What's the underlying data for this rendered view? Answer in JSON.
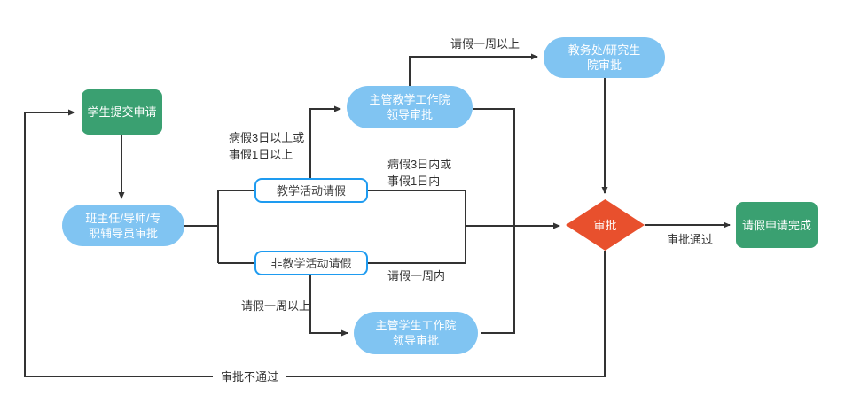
{
  "diagram": {
    "nodes": {
      "start": {
        "label": "学生提交申请"
      },
      "advisor": {
        "lines": [
          "班主任/导师/专",
          "职辅导员审批"
        ]
      },
      "teach_leave": {
        "label": "教学活动请假"
      },
      "nonteach_leave": {
        "label": "非教学活动请假"
      },
      "teach_dean": {
        "lines": [
          "主管教学工作院",
          "领导审批"
        ]
      },
      "academic_office": {
        "lines": [
          "教务处/研究生",
          "院审批"
        ]
      },
      "student_dean": {
        "lines": [
          "主管学生工作院",
          "领导审批"
        ]
      },
      "approval": {
        "label": "审批"
      },
      "done": {
        "label": "请假申请完成"
      }
    },
    "edge_labels": {
      "week_plus_top": "请假一周以上",
      "sick3_plus": [
        "病假3日以上或",
        "事假1日以上"
      ],
      "sick3_within": [
        "病假3日内或",
        "事假1日内"
      ],
      "week_within": "请假一周内",
      "week_plus_bottom": "请假一周以上",
      "pass": "审批通过",
      "fail": "审批不通过"
    },
    "colors": {
      "node_green": "#3AA071",
      "node_blue": "#80C4F2",
      "outline_blue": "#1E9BF0",
      "diamond_red": "#E8502D",
      "line": "#333333",
      "text": "#333333"
    }
  }
}
